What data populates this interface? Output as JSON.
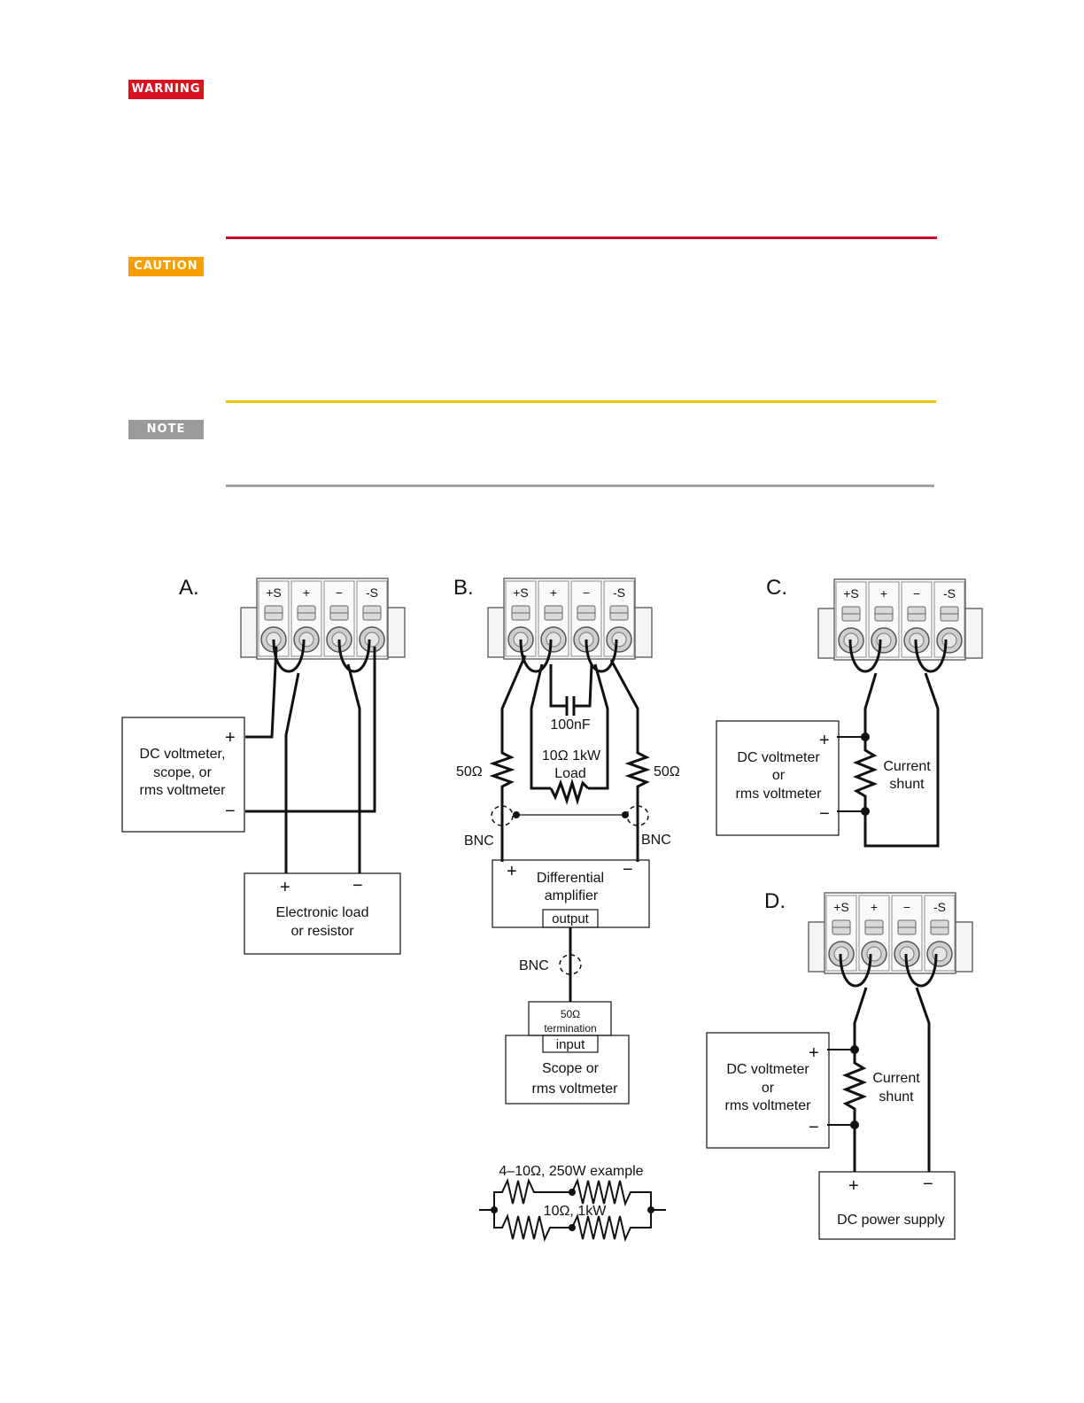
{
  "badges": {
    "warning": "WARNING",
    "caution": "CAUTION",
    "note": "NOTE"
  },
  "terminal_labels": [
    "+S",
    "+",
    "−",
    "-S"
  ],
  "panel_a": {
    "letter": "A.",
    "meter_plus": "+",
    "meter_minus": "−",
    "meter_line1": "DC voltmeter,",
    "meter_line2": "scope, or",
    "meter_line3": "rms voltmeter",
    "load_plus": "+",
    "load_minus": "−",
    "load_line1": "Electronic load",
    "load_line2": "or resistor"
  },
  "panel_b": {
    "letter": "B.",
    "cap": "100nF",
    "res_left": "50Ω",
    "res_right": "50Ω",
    "load_line1": "10Ω 1kW",
    "load_line2": "Load",
    "bnc_left": "BNC",
    "bnc_right": "BNC",
    "amp_plus": "+",
    "amp_minus": "−",
    "amp_line1": "Differential",
    "amp_line2": "amplifier",
    "amp_output": "output",
    "bnc_mid": "BNC",
    "term_line1": "50Ω",
    "term_line2": "termination",
    "scope_input": "input",
    "scope_line1": "Scope or",
    "scope_line2": "rms voltmeter",
    "example_title": "4–10Ω, 250W example",
    "example_label": "10Ω, 1kW"
  },
  "panel_c": {
    "letter": "C.",
    "meter_plus": "+",
    "meter_minus": "−",
    "meter_line1": "DC voltmeter",
    "meter_line2": "or",
    "meter_line3": "rms voltmeter",
    "shunt_line1": "Current",
    "shunt_line2": "shunt"
  },
  "panel_d": {
    "letter": "D.",
    "meter_plus": "+",
    "meter_minus": "−",
    "meter_line1": "DC voltmeter",
    "meter_line2": "or",
    "meter_line3": "rms voltmeter",
    "shunt_line1": "Current",
    "shunt_line2": "shunt",
    "psu_plus": "+",
    "psu_minus": "−",
    "psu_label": "DC power supply"
  },
  "colors": {
    "warning": "#d7131f",
    "caution": "#f5a000",
    "note": "#9a9a9a"
  }
}
